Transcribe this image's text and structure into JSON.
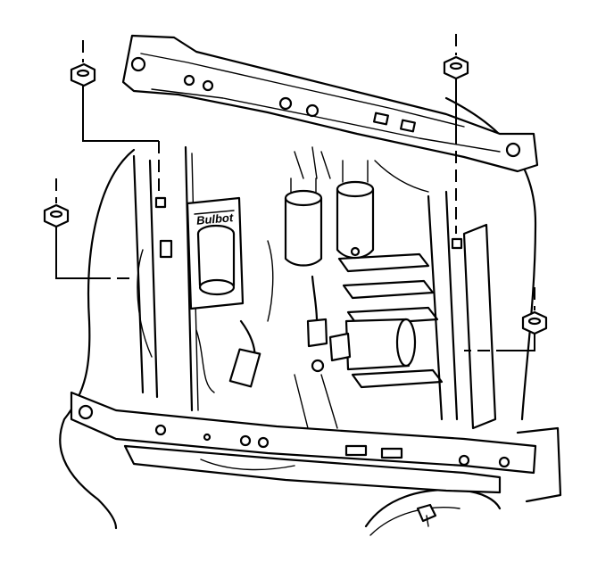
{
  "figure": {
    "type": "line-art-exploded-view",
    "subject": "seat-frame-assembly",
    "stroke_color": "#000000",
    "background_color": "#ffffff"
  },
  "labels": {
    "motor_label": "Bulbot"
  },
  "callouts": [
    {
      "id": "fastener-top-left",
      "icon": "nut-icon"
    },
    {
      "id": "fastener-left",
      "icon": "nut-icon"
    },
    {
      "id": "fastener-top-right",
      "icon": "nut-icon"
    },
    {
      "id": "fastener-right",
      "icon": "nut-icon"
    }
  ]
}
